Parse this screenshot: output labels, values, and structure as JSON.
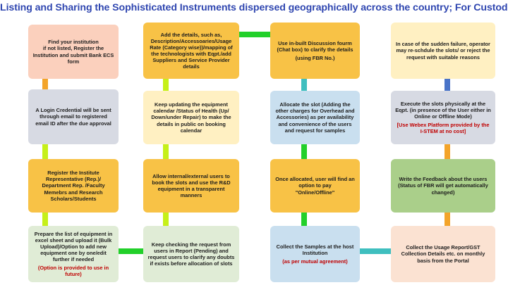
{
  "title": "Listing and Sharing the Sophisticated Instruments dispersed geographically across the country; For Custodians",
  "colors": {
    "title": "#2f46b0",
    "pink": "#fbd0bd",
    "gray": "#d7dae3",
    "orange": "#f8c246",
    "light_green": "#e0ecd6",
    "yellow": "#fff0c2",
    "blue": "#c9dfef",
    "green": "#aacf8a",
    "peach": "#fbe2d2",
    "connector_green": "#22d02a",
    "connector_lime": "#c6f019",
    "connector_orange": "#f3a42a",
    "connector_blue": "#4a74c8",
    "connector_cyan": "#3fbfbf",
    "note_red": "#c00000"
  },
  "columns": [
    {
      "boxes": [
        {
          "text": "Find your institution\nif not listed, Register the Institution and submit Bank ECS form"
        },
        {
          "text": "A Login Credential  will be sent through email to registered email ID after the due approval"
        },
        {
          "text": "Register the Institute Representative (Rep.)/ Department Rep. /Faculty Memebrs and Research Scholars/Students"
        },
        {
          "text": "Prepare the list of equipment in excel sheet and upload it (Bulk Upload)/Option to add new equipment one by one/edit further  if needed",
          "note": "(Option is provided to use in future)"
        }
      ]
    },
    {
      "boxes": [
        {
          "text": "Add the details, such as, Description/Accessoaries/Usage Rate (Category wise))/mapping of the technologists with Eqpt./add Suppliers and Service Provider details"
        },
        {
          "text": "Keep updating the equipment calendar /Status of Health (Up/ Down/under Repair) to make the details in public on booking calendar"
        },
        {
          "text": "Allow internal/external users to book the slots and use the R&D equipment in a transparent manners"
        },
        {
          "text": "Keep checking the request from users in Report (Pending) and request users to clarify any doubts if  exists before allocation of slots"
        }
      ]
    },
    {
      "boxes": [
        {
          "text": "Use in-built Discussion fourm (Chat box) to clarify the details",
          "note": "(using FBR No.)"
        },
        {
          "text": "Allocate the slot (Adding the other charges for Overhead and Accessories) as per availability and convenience of the users and request for samples"
        },
        {
          "text": "Once allocated, user will find an option to pay\n\"Online/Offline\""
        },
        {
          "text": "Collect the Samples at the host Institution",
          "note": "(as per mutual agreement)"
        }
      ]
    },
    {
      "boxes": [
        {
          "text": "In case of the sudden failure, operator may re-schdule the slots/ or reject the request with suitable reasons"
        },
        {
          "text": "Execute the slots physically at the Eqpt. (in presence of the User either in Online or Offline Mode)",
          "note": "[Use Webex Platform provided by the I-STEM at no cost]"
        },
        {
          "text": "Write the Feedback about the users (Status of FBR will get automatically changed)"
        },
        {
          "text": "Collect the Usage Report/GST Collection Details etc. on monthly basis from the Portal"
        }
      ]
    }
  ]
}
